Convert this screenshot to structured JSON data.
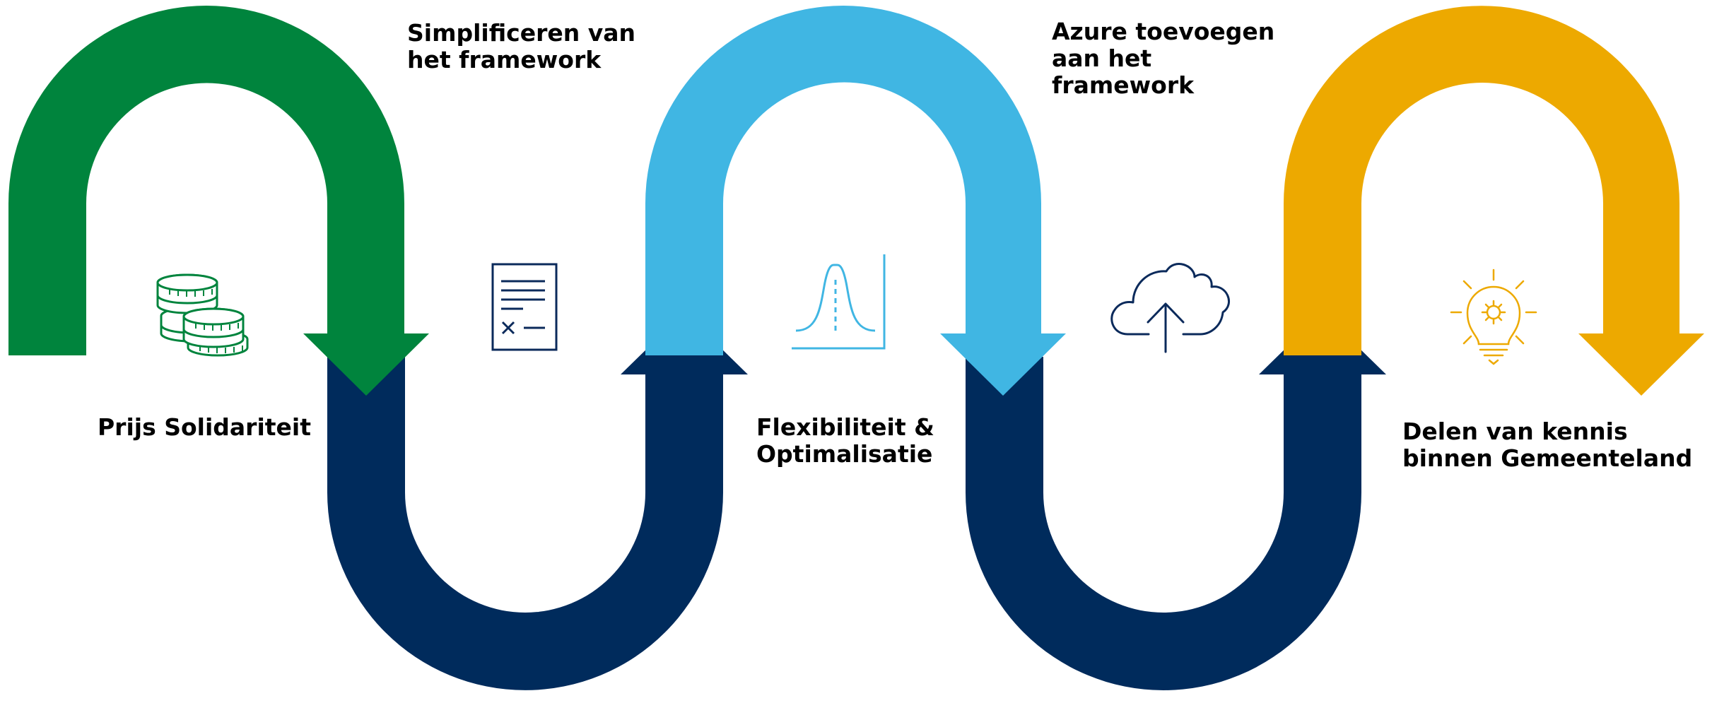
{
  "steps": [
    {
      "lines": [
        "Prijs Solidariteit"
      ],
      "icon": "coins-icon",
      "arrow_direction": "down",
      "color": "#00843D"
    },
    {
      "lines": [
        "Simplificeren van",
        "het framework"
      ],
      "icon": "checklist-document-icon",
      "arrow_direction": "up",
      "color": "#002B5C"
    },
    {
      "lines": [
        "Flexibiliteit &",
        "Optimalisatie"
      ],
      "icon": "bell-curve-chart-icon",
      "arrow_direction": "down",
      "color": "#40B6E3"
    },
    {
      "lines": [
        "Azure toevoegen",
        "aan het",
        "framework"
      ],
      "icon": "cloud-upload-icon",
      "arrow_direction": "up",
      "color": "#002B5C"
    },
    {
      "lines": [
        "Delen van kennis",
        "binnen Gemeenteland"
      ],
      "icon": "lightbulb-gear-icon",
      "arrow_direction": "down",
      "color": "#EDA900"
    }
  ],
  "colors": {
    "green": "#00843D",
    "navy": "#002B5C",
    "light_blue": "#40B6E3",
    "gold": "#EDA900",
    "icon_navy": "#0B2A5B"
  }
}
